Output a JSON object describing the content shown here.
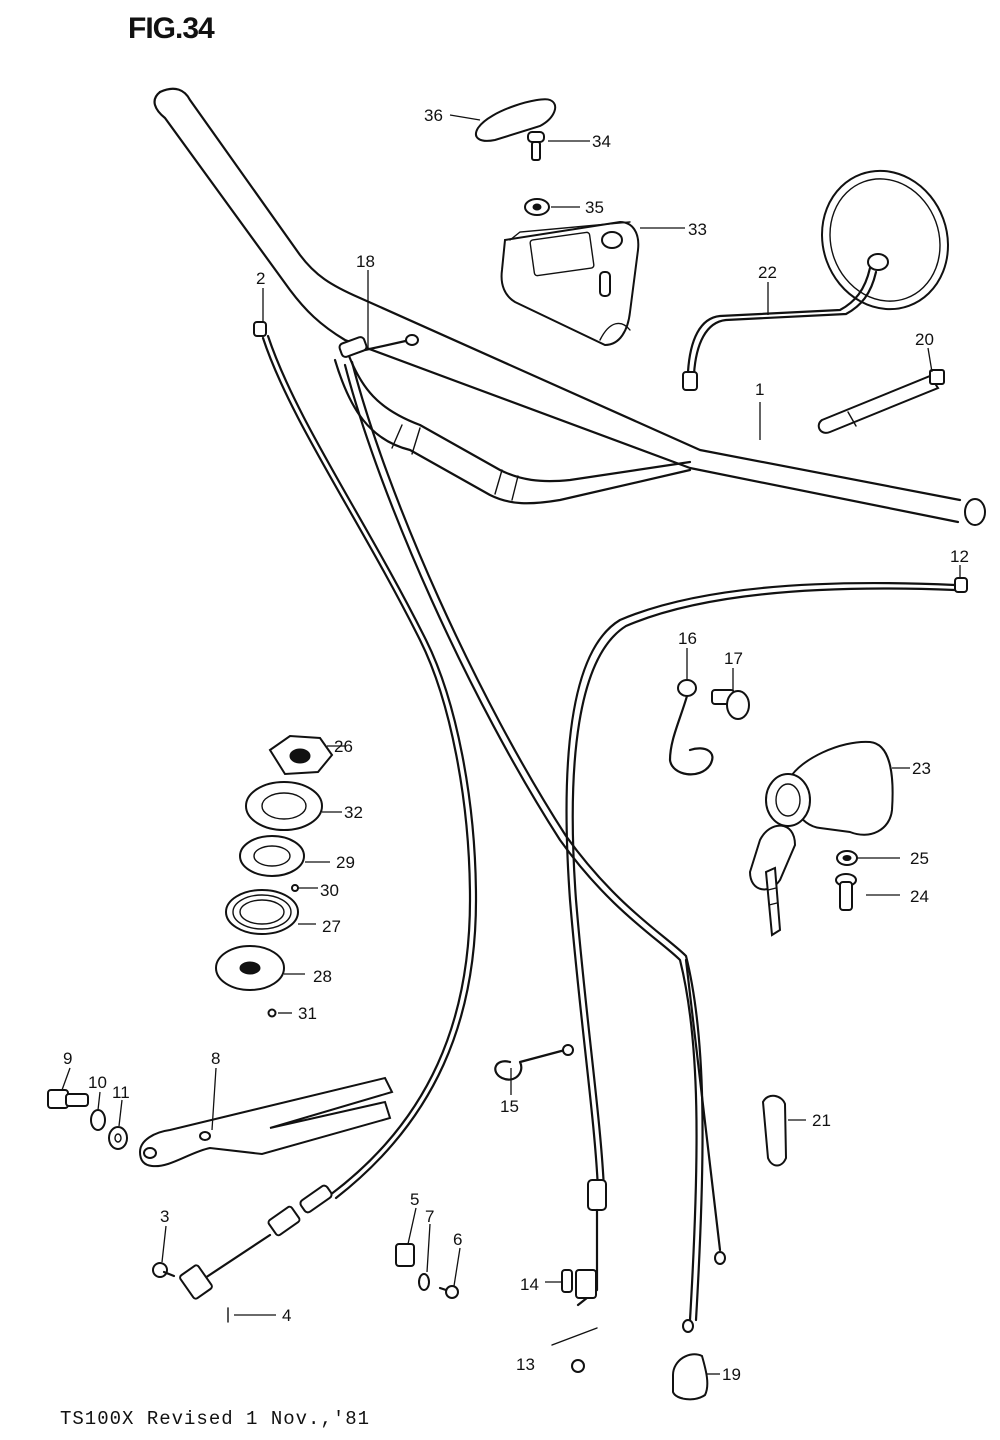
{
  "figure": {
    "title": "FIG.34",
    "footer": "TS100X Revised 1 Nov.,'81"
  },
  "callouts": {
    "p1": "1",
    "p2": "2",
    "p3": "3",
    "p4": "4",
    "p5": "5",
    "p6": "6",
    "p7": "7",
    "p8": "8",
    "p9": "9",
    "p10": "10",
    "p11": "11",
    "p12": "12",
    "p13": "13",
    "p14": "14",
    "p15": "15",
    "p16": "16",
    "p17": "17",
    "p18": "18",
    "p19": "19",
    "p20": "20",
    "p21": "21",
    "p22": "22",
    "p23": "23",
    "p24": "24",
    "p25": "25",
    "p26": "26",
    "p27": "27",
    "p28": "28",
    "p29": "29",
    "p30": "30",
    "p31": "31",
    "p32": "32",
    "p33": "33",
    "p34": "34",
    "p35": "35",
    "p36": "36"
  }
}
